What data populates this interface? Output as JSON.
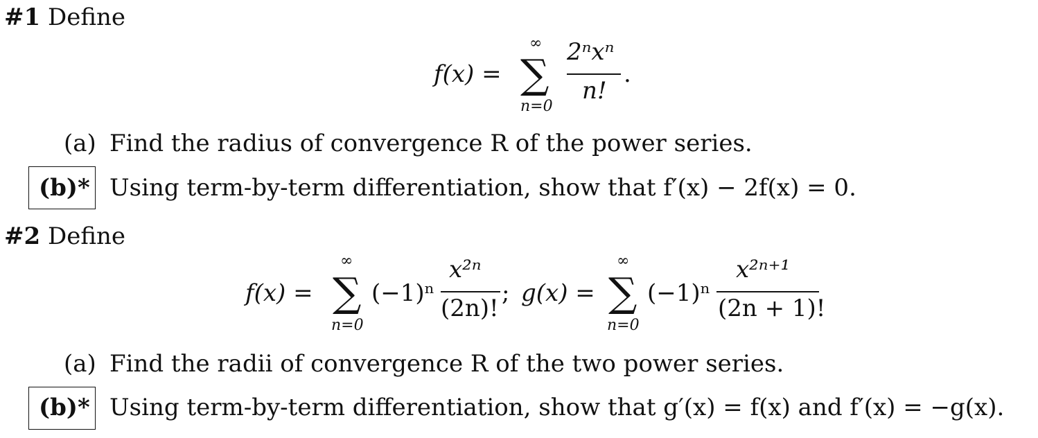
{
  "problem1": {
    "number": "#1",
    "word": "Define",
    "formula": {
      "lhs": "f(x) =",
      "sum_upper": "∞",
      "sum_lower": "n=0",
      "sigma": "∑",
      "numerator": "2ⁿxⁿ",
      "denominator": "n!",
      "period": "."
    },
    "part_a_label": "(a)",
    "part_a_text": "Find the radius of convergence R of the power series.",
    "part_b_label": "(b)*",
    "part_b_text": "Using term-by-term differentiation, show that f′(x) − 2f(x) = 0."
  },
  "problem2": {
    "number": "#2",
    "word": "Define",
    "formula": {
      "f_lhs": "f(x) =",
      "f_upper": "∞",
      "f_lower": "n=0",
      "sigma": "∑",
      "f_factor": "(−1)ⁿ",
      "f_numerator": "x²ⁿ",
      "f_denominator": "(2n)!",
      "separator": ";",
      "g_lhs": "g(x) =",
      "g_upper": "∞",
      "g_lower": "n=0",
      "g_factor": "(−1)ⁿ",
      "g_numerator": "x²ⁿ⁺¹",
      "g_denominator": "(2n + 1)!"
    },
    "part_a_label": "(a)",
    "part_a_text": "Find the radii of convergence R of the two power series.",
    "part_b_label": "(b)*",
    "part_b_text": "Using term-by-term differentiation, show that g′(x) = f(x) and f′(x) = −g(x)."
  }
}
